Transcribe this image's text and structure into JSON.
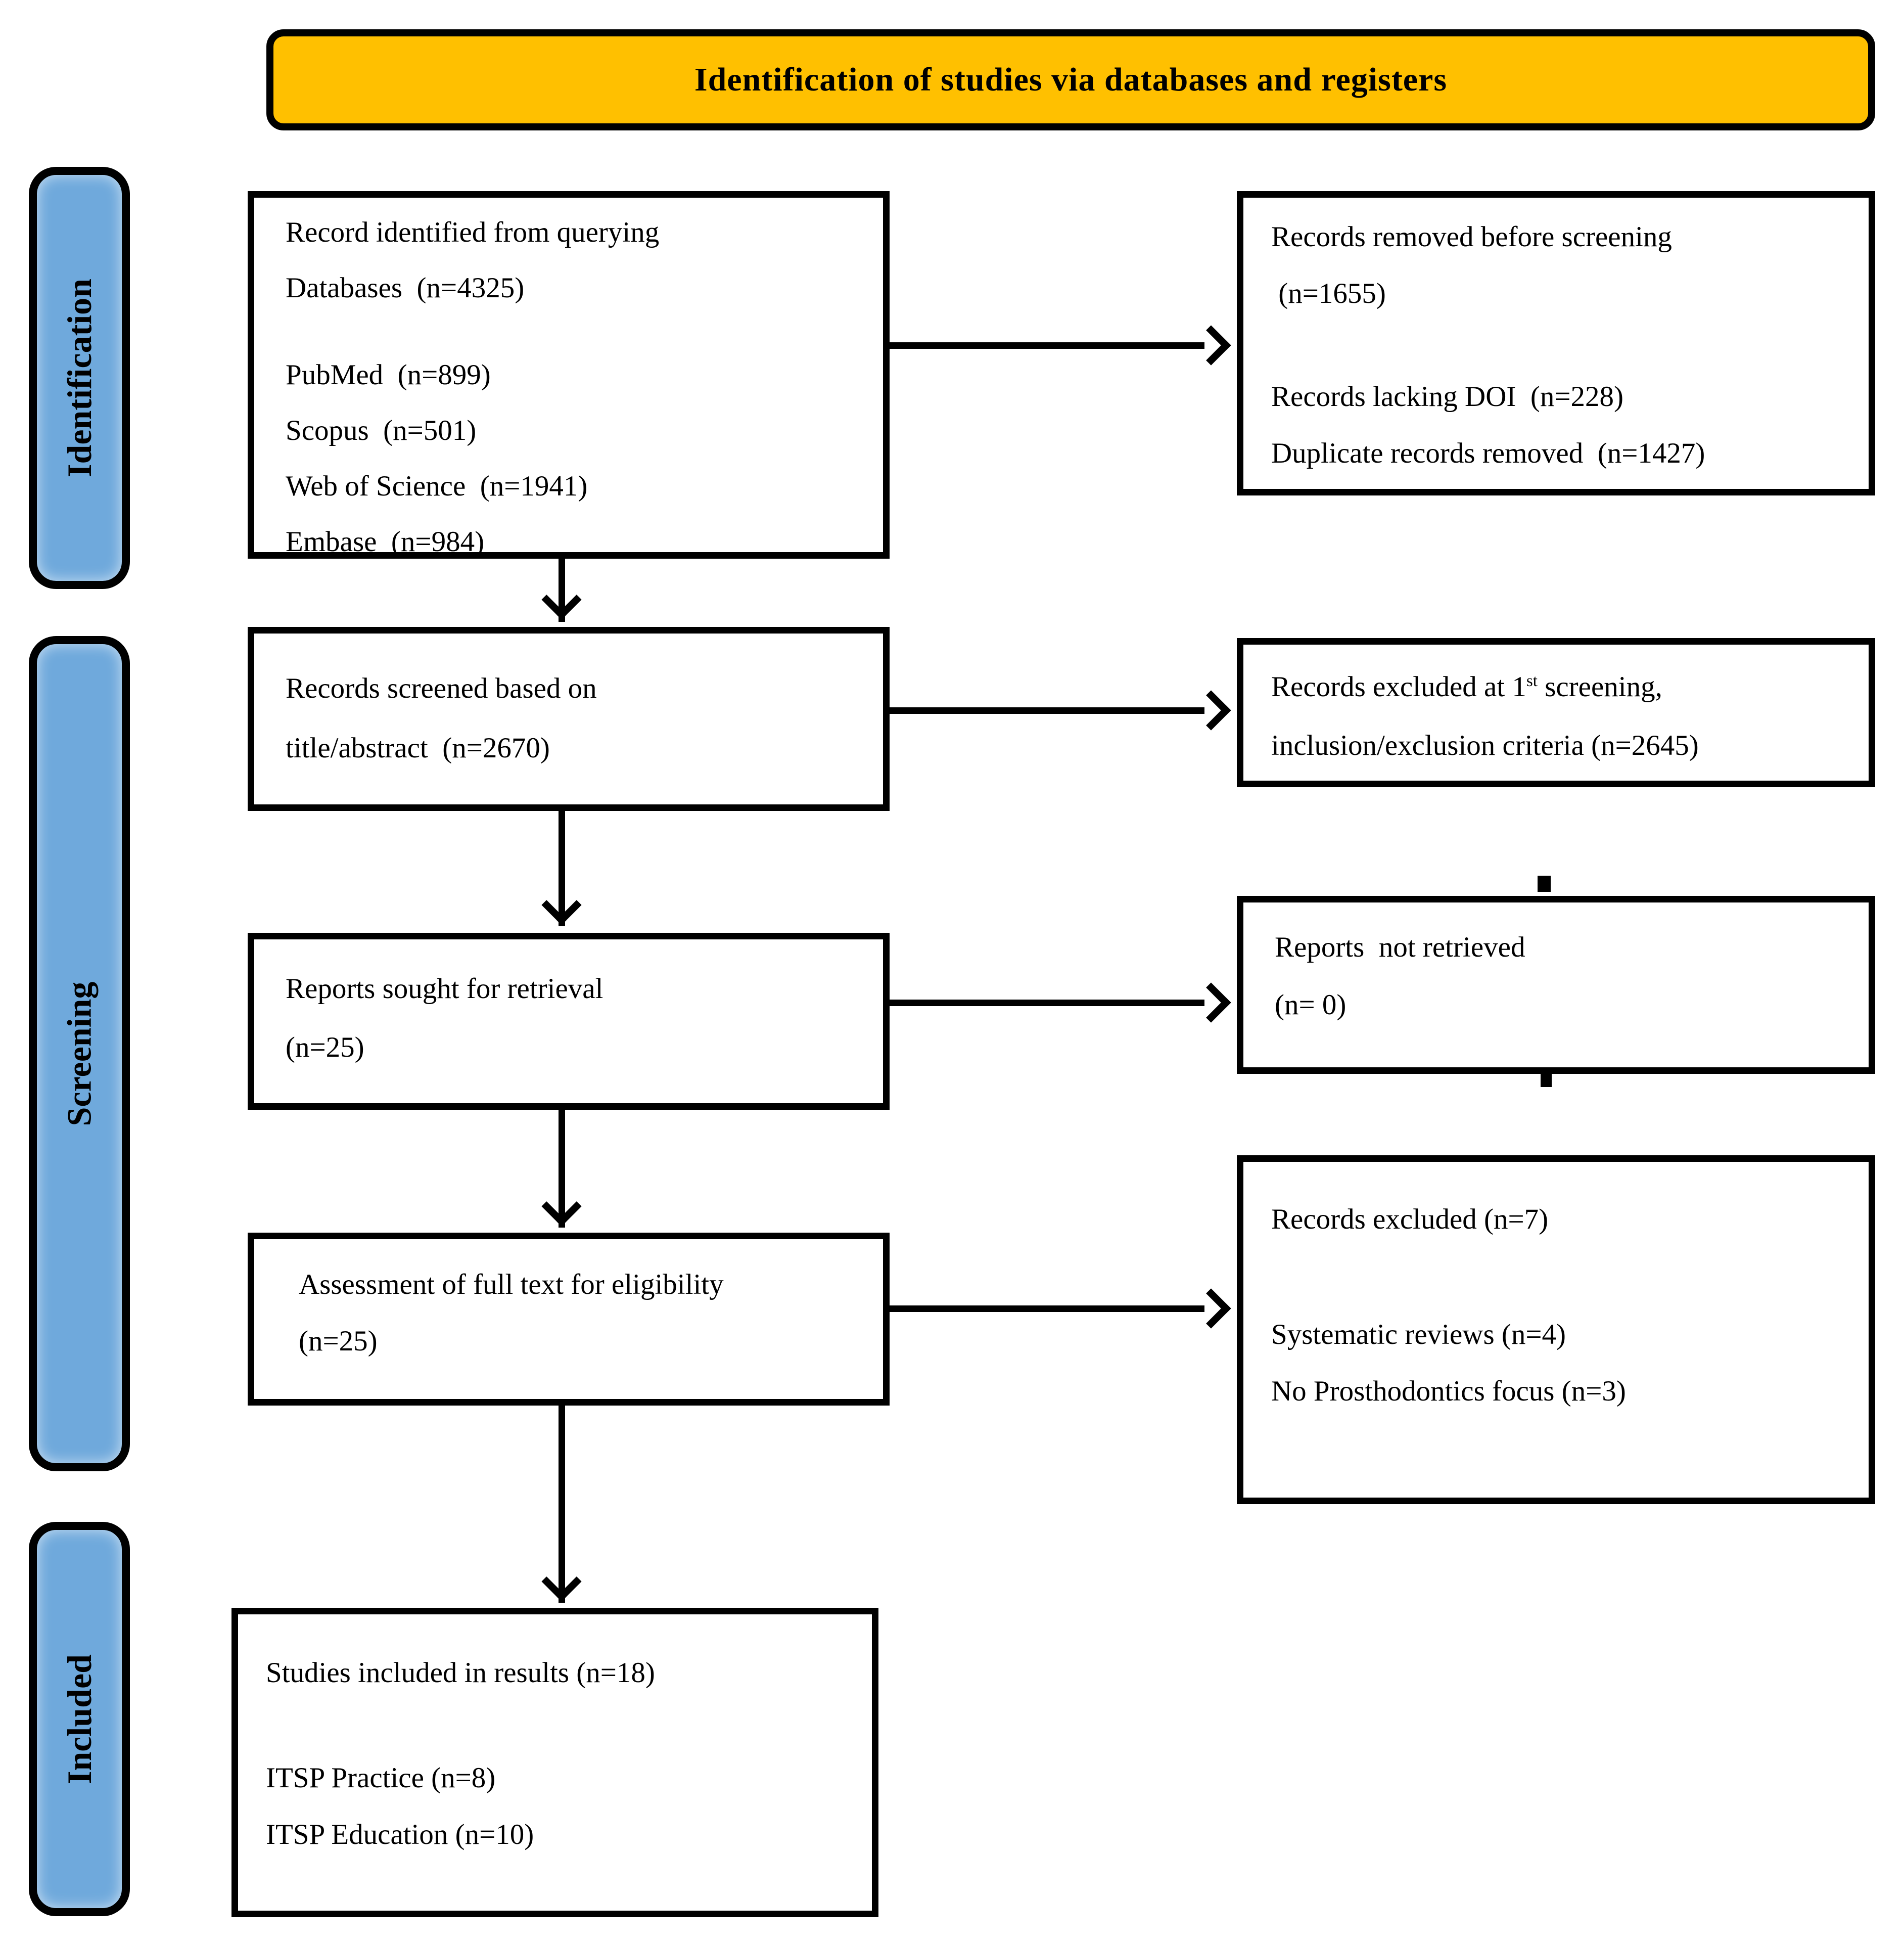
{
  "banner": {
    "title": "Identification of studies via databases and registers"
  },
  "sidebar": {
    "identification": "Identification",
    "screening": "Screening",
    "included": "Included"
  },
  "flow": {
    "identified": {
      "lines": [
        "Record identified from querying",
        "Databases  (n=4325)"
      ],
      "databases": [
        "PubMed  (n=899)",
        "Scopus  (n=501)",
        "Web of Science  (n=1941)",
        "Embase  (n=984)"
      ]
    },
    "removed": {
      "lines": [
        "Records removed before screening",
        " (n=1655)"
      ],
      "details": [
        "Records lacking DOI  (n=228)",
        "Duplicate records removed  (n=1427)"
      ]
    },
    "screened": {
      "lines": [
        "Records screened based on",
        "title/abstract  (n=2670)"
      ]
    },
    "excluded_first": {
      "line1_pre": "Records excluded at 1",
      "line1_sup": "st",
      "line1_post": " screening,",
      "line2": "inclusion/exclusion criteria (n=2645)"
    },
    "sought": {
      "lines": [
        "Reports sought for retrieval",
        "(n=25)"
      ]
    },
    "not_retrieved": {
      "lines": [
        "Reports  not retrieved",
        "(n= 0)"
      ]
    },
    "assessed": {
      "lines": [
        "Assessment of full text for eligibility",
        "(n=25)"
      ]
    },
    "excluded_full": {
      "line1": "Records excluded (n=7)",
      "details": [
        "Systematic reviews (n=4)",
        "No Prosthodontics focus (n=3)"
      ]
    },
    "included_box": {
      "line1": "Studies included in results (n=18)",
      "details": [
        "ITSP Practice (n=8)",
        "ITSP Education (n=10)"
      ]
    }
  },
  "colors": {
    "banner_fill": "#FFC000",
    "sidebar_fill": "#6FA9DC",
    "box_fill": "#FFFFFF",
    "line": "#000000"
  }
}
